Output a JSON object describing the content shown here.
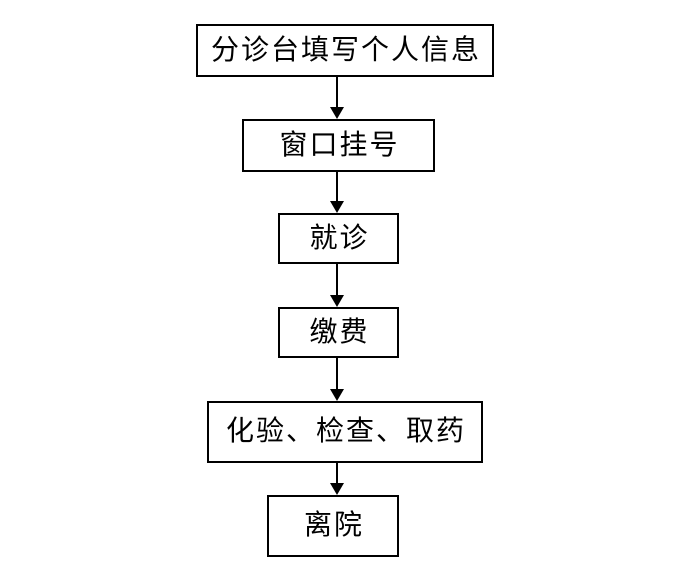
{
  "flowchart": {
    "steps": [
      {
        "id": "triage",
        "label": "分诊台填写个人信息"
      },
      {
        "id": "register",
        "label": "窗口挂号"
      },
      {
        "id": "consult",
        "label": "就诊"
      },
      {
        "id": "pay",
        "label": "缴费"
      },
      {
        "id": "tests",
        "label": "化验、检查、取药"
      },
      {
        "id": "leave",
        "label": "离院"
      }
    ],
    "connections": [
      {
        "from": "triage",
        "to": "register"
      },
      {
        "from": "register",
        "to": "consult"
      },
      {
        "from": "consult",
        "to": "pay"
      },
      {
        "from": "pay",
        "to": "tests"
      },
      {
        "from": "tests",
        "to": "leave"
      }
    ],
    "colors": {
      "box_border": "#000000",
      "box_fill": "#ffffff",
      "text": "#000000",
      "arrow": "#000000",
      "background": "#ffffff"
    }
  }
}
